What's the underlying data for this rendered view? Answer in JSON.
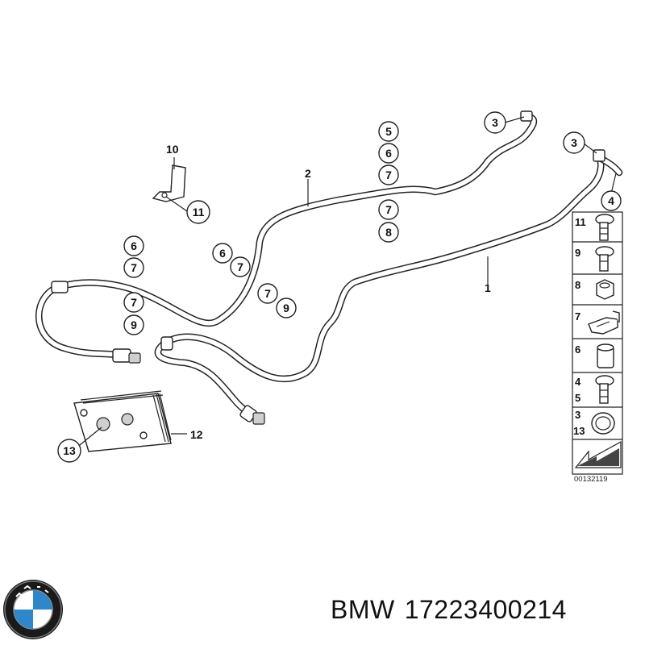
{
  "plain_labels": [
    "10",
    "2",
    "1",
    "12"
  ],
  "callouts": [
    "5",
    "6",
    "7",
    "7",
    "8",
    "3",
    "3",
    "4",
    "11",
    "6",
    "7",
    "6",
    "7",
    "7",
    "9",
    "7",
    "9",
    "13"
  ],
  "legend": [
    "11",
    "9",
    "8",
    "7",
    "6",
    "4",
    "5",
    "3",
    "13"
  ],
  "diagram_ref": "00132119",
  "caption": {
    "brand": "BMW",
    "part_number": "17223400214"
  },
  "colors": {
    "ink": "#222222",
    "logo_blue": "#2f86c9"
  }
}
